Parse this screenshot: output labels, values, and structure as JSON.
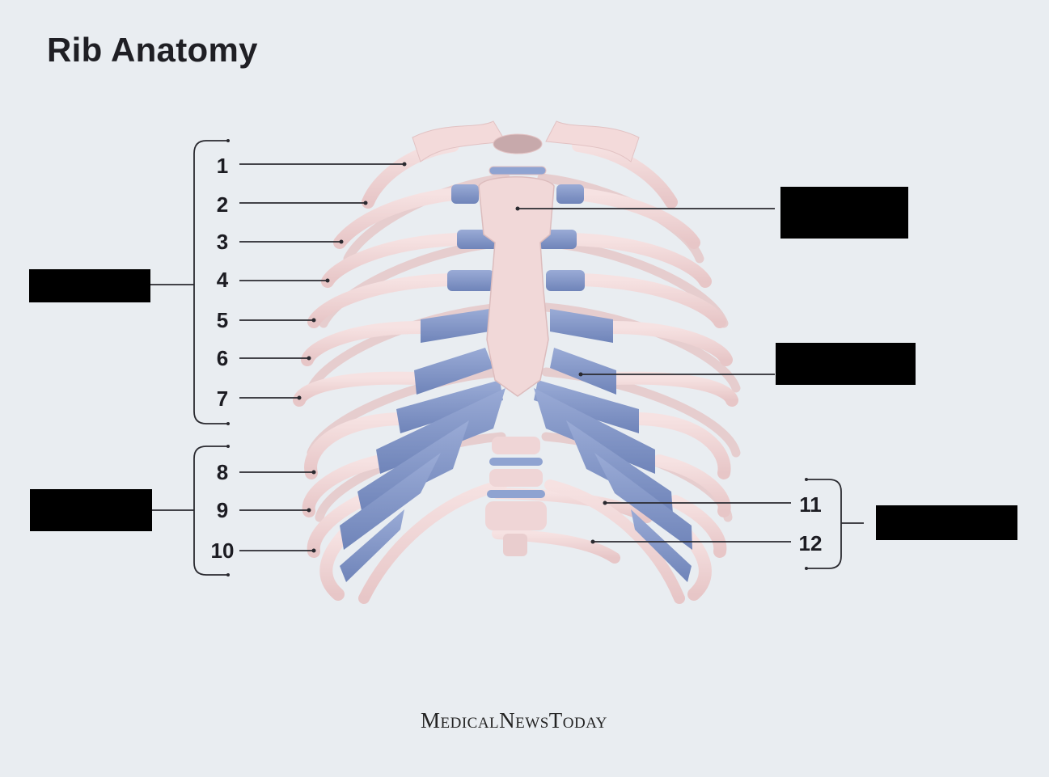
{
  "title": "Rib Anatomy",
  "rib_numbers": [
    "1",
    "2",
    "3",
    "4",
    "5",
    "6",
    "7",
    "8",
    "9",
    "10",
    "11",
    "12"
  ],
  "brand": "MedicalNewsToday",
  "colors": {
    "background": "#e9edf1",
    "bone": "#f1d6d6",
    "bone_shadow": "#dcb9ba",
    "cartilage": "#7e93c6",
    "leader_line": "#2a2a30",
    "redaction": "#000000"
  }
}
